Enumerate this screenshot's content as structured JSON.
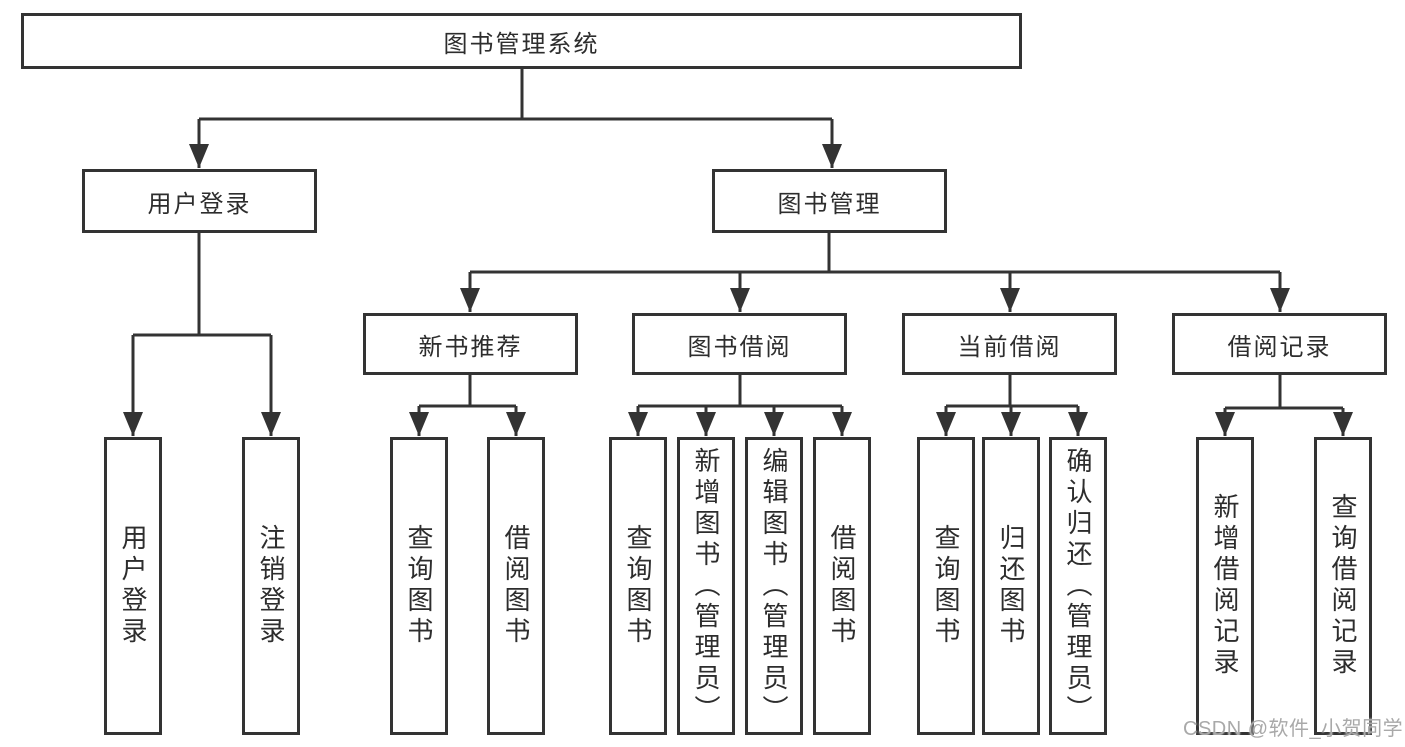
{
  "tree": {
    "root": {
      "label": "图书管理系统"
    },
    "branches": [
      {
        "label": "用户登录",
        "children": [
          {
            "label": "用户登录"
          },
          {
            "label": "注销登录"
          }
        ]
      },
      {
        "label": "图书管理",
        "children": [
          {
            "label": "新书推荐",
            "children": [
              {
                "label": "查询图书"
              },
              {
                "label": "借阅图书"
              }
            ]
          },
          {
            "label": "图书借阅",
            "children": [
              {
                "label": "查询图书"
              },
              {
                "label": "新增图书（管理员）"
              },
              {
                "label": "编辑图书（管理员）"
              },
              {
                "label": "借阅图书"
              }
            ]
          },
          {
            "label": "当前借阅",
            "children": [
              {
                "label": "查询图书"
              },
              {
                "label": "归还图书"
              },
              {
                "label": "确认归还（管理员）"
              }
            ]
          },
          {
            "label": "借阅记录",
            "children": [
              {
                "label": "新增借阅记录"
              },
              {
                "label": "查询借阅记录"
              }
            ]
          }
        ]
      }
    ]
  },
  "watermark": {
    "text": "CSDN @软件_小贺同学"
  },
  "colors": {
    "line": "#333333",
    "text": "#2d2d2d",
    "box_background": "#ffffff",
    "watermark": "#a9a9a9",
    "background": "#ffffff"
  }
}
